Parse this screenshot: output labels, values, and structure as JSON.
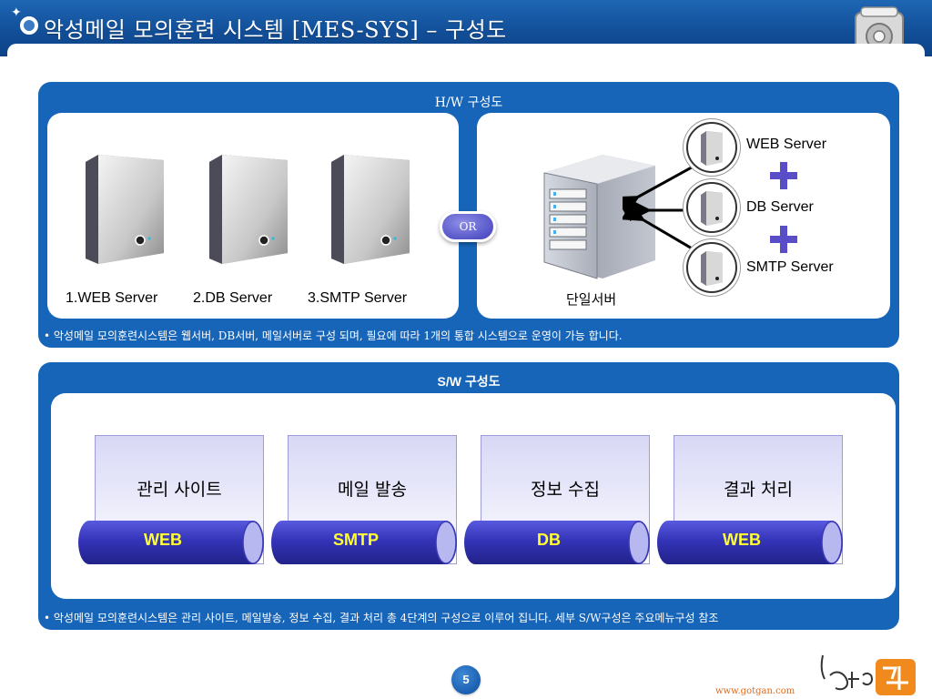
{
  "header": {
    "title": "악성메일 모의훈련 시스템 [MES-SYS] – 구성도"
  },
  "hw": {
    "title": "H/W 구성도",
    "servers": [
      {
        "label": "1.WEB Server"
      },
      {
        "label": "2.DB Server"
      },
      {
        "label": "3.SMTP Server"
      }
    ],
    "or_label": "OR",
    "single_server_label": "단일서버",
    "side_servers": [
      {
        "label": "WEB Server"
      },
      {
        "label": "DB Server"
      },
      {
        "label": "SMTP Server"
      }
    ],
    "note": "• 악성메일 모의훈련시스템은 웹서버, DB서버, 메일서버로 구성 되며, 필요에 따라 1개의 통합 시스템으로 운영이 가능 합니다."
  },
  "sw": {
    "title": "S/W 구성도",
    "modules": [
      {
        "label": "관리 사이트",
        "base": "WEB"
      },
      {
        "label": "메일 발송",
        "base": "SMTP"
      },
      {
        "label": "정보 수집",
        "base": "DB"
      },
      {
        "label": "결과 처리",
        "base": "WEB"
      }
    ],
    "note": "• 악성메일 모의훈련시스템은 관리 사이트, 메일발송, 정보 수집, 결과 처리 총 4단계의 구성으로 이루어 집니다. 세부 S/W구성은 주요메뉴구성 참조"
  },
  "footer": {
    "page_number": "5",
    "url": "www.gotgan.com"
  },
  "colors": {
    "title_bar": "#124f98",
    "panel": "#1765b8",
    "cylinder": "#3a3ab8",
    "cylinder_text": "#ffff33",
    "plus": "#5a4ec8",
    "footer_url": "#e06a1a"
  }
}
